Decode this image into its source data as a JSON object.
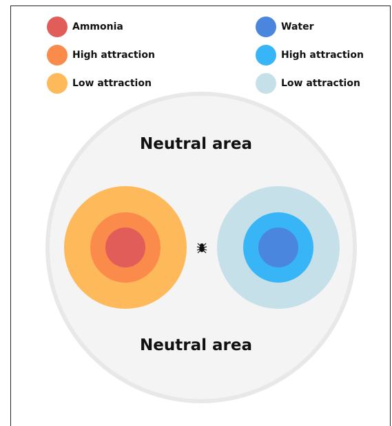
{
  "legend": {
    "left": [
      {
        "label": "Ammonia",
        "color": "#e05d5a"
      },
      {
        "label": "High attraction",
        "color": "#fb8b4a"
      },
      {
        "label": "Low attraction",
        "color": "#fdb95a"
      }
    ],
    "right": [
      {
        "label": "Water",
        "color": "#4a86de"
      },
      {
        "label": "High attraction",
        "color": "#38b5f7"
      },
      {
        "label": "Low attraction",
        "color": "#c5e0e8"
      }
    ]
  },
  "zones": {
    "top_label": "Neutral area",
    "bottom_label": "Neutral area"
  },
  "dish": {
    "fill": "#f4f4f4",
    "rim": "#e6e6e6"
  },
  "center_icon": "spider-icon"
}
